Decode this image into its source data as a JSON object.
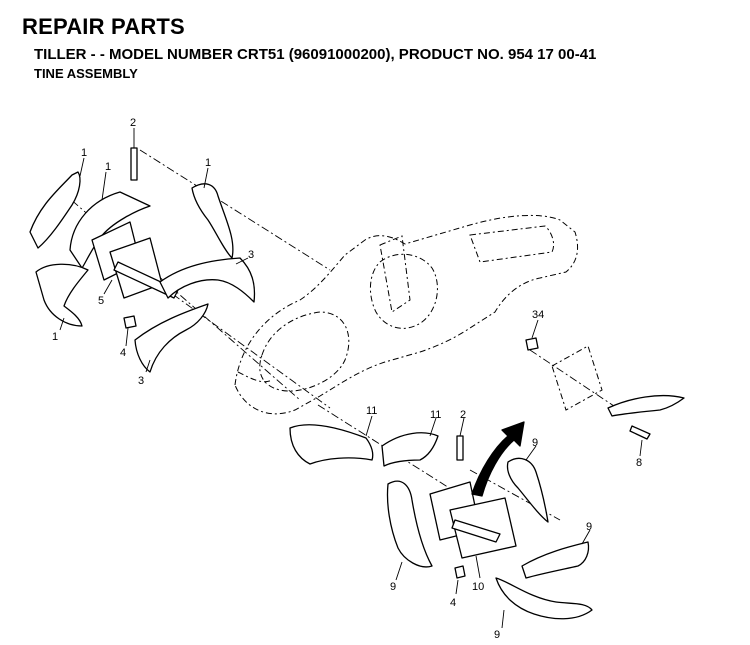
{
  "header": {
    "title": "REPAIR PARTS",
    "subtitle": "TILLER - - MODEL NUMBER CRT51 (96091000200), PRODUCT NO. 954 17 00-41",
    "section": "TINE ASSEMBLY"
  },
  "callouts": [
    {
      "id": "c1a",
      "label": "1"
    },
    {
      "id": "c1b",
      "label": "1"
    },
    {
      "id": "c1c",
      "label": "1"
    },
    {
      "id": "c1d",
      "label": "1"
    },
    {
      "id": "c2a",
      "label": "2"
    },
    {
      "id": "c3a",
      "label": "3"
    },
    {
      "id": "c3b",
      "label": "3"
    },
    {
      "id": "c4a",
      "label": "4"
    },
    {
      "id": "c5",
      "label": "5"
    },
    {
      "id": "c34",
      "label": "34"
    },
    {
      "id": "c11a",
      "label": "11"
    },
    {
      "id": "c11b",
      "label": "11"
    },
    {
      "id": "c2b",
      "label": "2"
    },
    {
      "id": "c9a",
      "label": "9"
    },
    {
      "id": "c9b",
      "label": "9"
    },
    {
      "id": "c9c",
      "label": "9"
    },
    {
      "id": "c9d",
      "label": "9"
    },
    {
      "id": "c8",
      "label": "8"
    },
    {
      "id": "c10",
      "label": "10"
    },
    {
      "id": "c4b",
      "label": "4"
    }
  ]
}
